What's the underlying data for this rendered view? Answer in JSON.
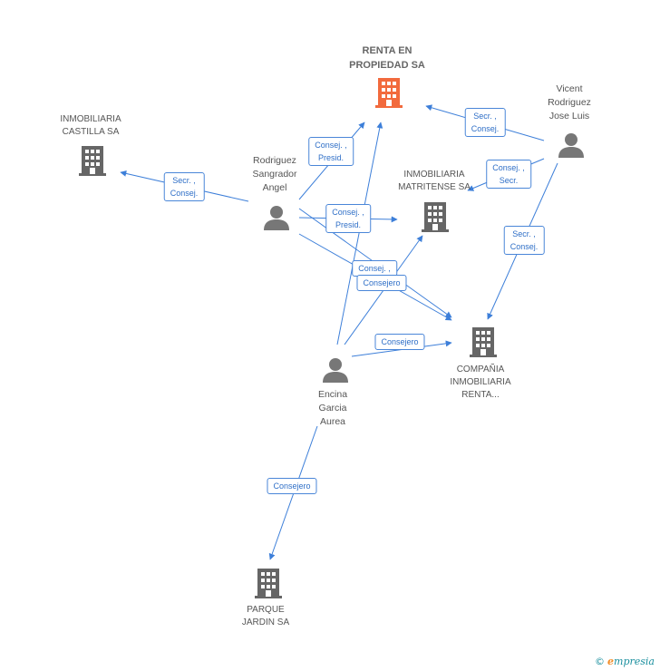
{
  "nodes": {
    "renta": {
      "label": "RENTA EN\nPROPIEDAD SA",
      "color": "#f26a3d"
    },
    "castilla": {
      "label": "INMOBILIARIA\nCASTILLA SA",
      "color": "#666666"
    },
    "matritense": {
      "label": "INMOBILIARIA\nMATRITENSE SA",
      "color": "#666666"
    },
    "compania": {
      "label": "COMPAÑIA\nINMOBILIARIA\nRENTA...",
      "color": "#666666"
    },
    "parque": {
      "label": "PARQUE\nJARDIN SA",
      "color": "#666666"
    },
    "rodriguez": {
      "label": "Rodriguez\nSangrador\nAngel",
      "color": "#777777"
    },
    "vicent": {
      "label": "Vicent\nRodriguez\nJose Luis",
      "color": "#777777"
    },
    "encina": {
      "label": "Encina\nGarcia\nAurea",
      "color": "#777777"
    }
  },
  "edge_labels": {
    "vicent_renta": "Secr. ,\nConsej.",
    "rodriguez_renta": "Consej. ,\nPresid.",
    "rodriguez_castilla": "Secr. ,\nConsej.",
    "vicent_matritense": "Consej. ,\nSecr.",
    "rodriguez_matritense": "Consej. ,\nPresid.",
    "rodriguez_compania_1": "Consej. ,",
    "rodriguez_compania_2": "Consejero",
    "vicent_compania": "Secr. ,\nConsej.",
    "encina_compania": "Consejero",
    "encina_parque": "Consejero"
  },
  "colors": {
    "edge": "#3d7fd9",
    "accent": "#f26a3d"
  },
  "brand": {
    "copyright": "©",
    "name_initial": "e",
    "name_rest": "mpresia"
  }
}
